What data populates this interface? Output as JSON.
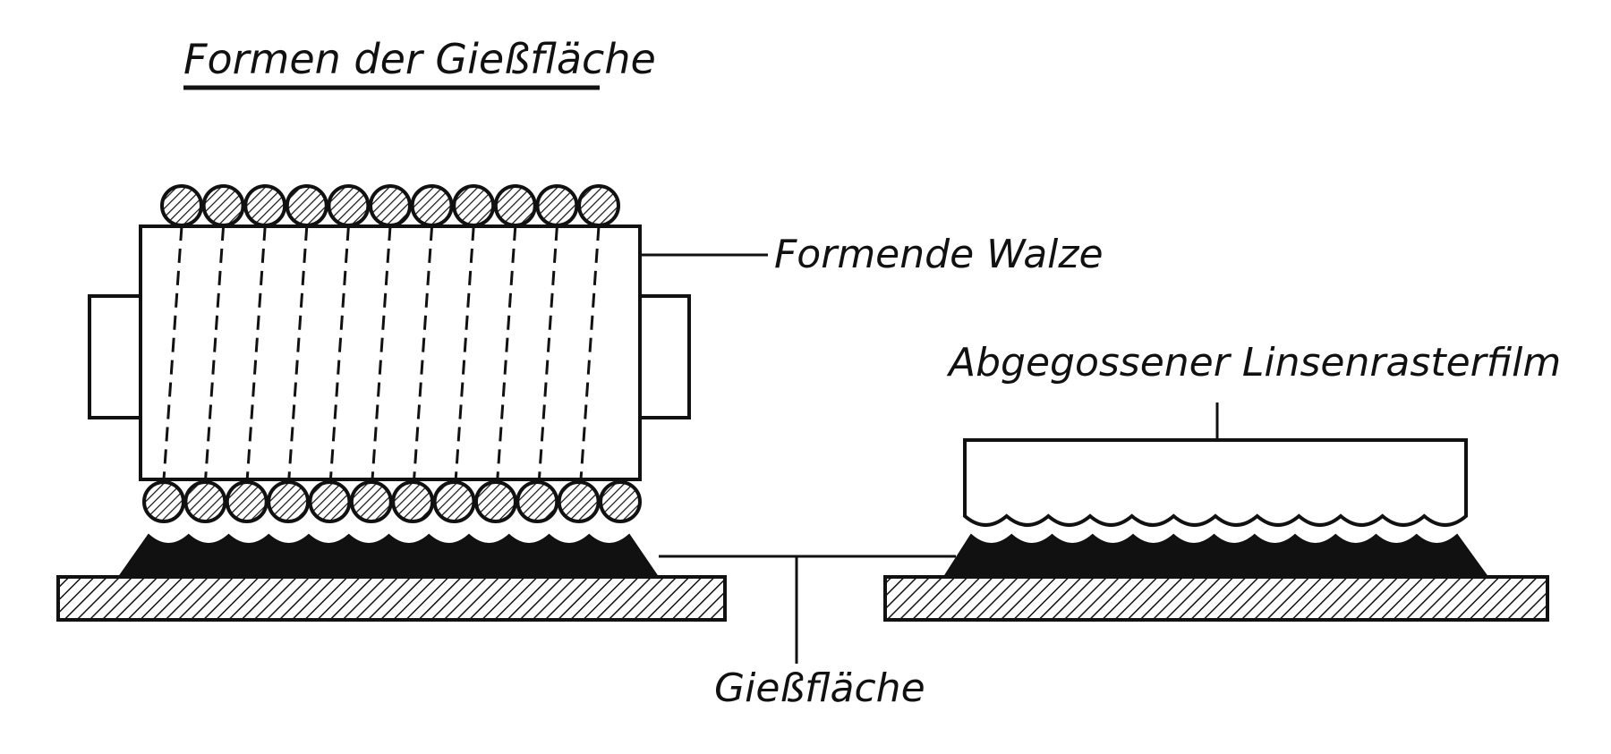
{
  "title": "Formen der Gießfläche",
  "labels": {
    "roller": "Formende Walze",
    "film": "Abgegossener Linsenrasterfilm",
    "casting_surface": "Gießfläche"
  },
  "colors": {
    "ink": "#111111",
    "paper": "#ffffff"
  },
  "counts": {
    "roller_top_beads": 11,
    "roller_bottom_beads": 12,
    "roller_dashed_lines": 11,
    "left_surface_lenses": 12,
    "right_surface_lenses": 12,
    "film_lenses": 12
  }
}
